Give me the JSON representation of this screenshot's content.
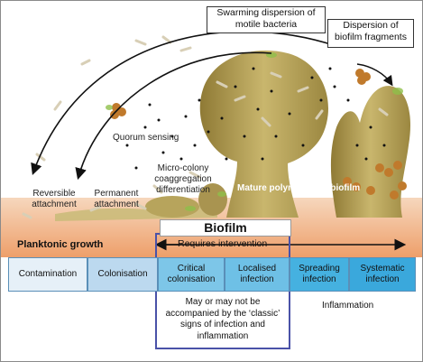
{
  "labels": {
    "swarming": "Swarming dispersion of motile bacteria",
    "dispersion": "Dispersion of biofilm fragments",
    "quorum": "Quorum sensing",
    "microcolony": "Micro-colony coaggregation differentiation",
    "reversible": "Reversible attachment",
    "permanent": "Permanent attachment",
    "mature": "Mature polymicrobial biofilm",
    "biofilm": "Biofilm",
    "planktonic": "Planktonic growth",
    "requires": "Requires intervention",
    "note": "May or may not be accompanied by the ‘classic’ signs of infection and inflammation",
    "inflammation": "Inflammation"
  },
  "stages": [
    {
      "name": "Contamination",
      "color": "#e6f0f8"
    },
    {
      "name": "Colonisation",
      "color": "#bcd9ef"
    },
    {
      "name": "Critical colonisation",
      "color": "#7dc6e8"
    },
    {
      "name": "Localised infection",
      "color": "#6ec0e6"
    },
    {
      "name": "Spreading infection",
      "color": "#45b1e0"
    },
    {
      "name": "Systematic infection",
      "color": "#3aa8dc"
    }
  ],
  "colors": {
    "tissue": "#f2c9a6",
    "biofilm": "#b9a55a",
    "intervention_border": "#4a52a8"
  }
}
